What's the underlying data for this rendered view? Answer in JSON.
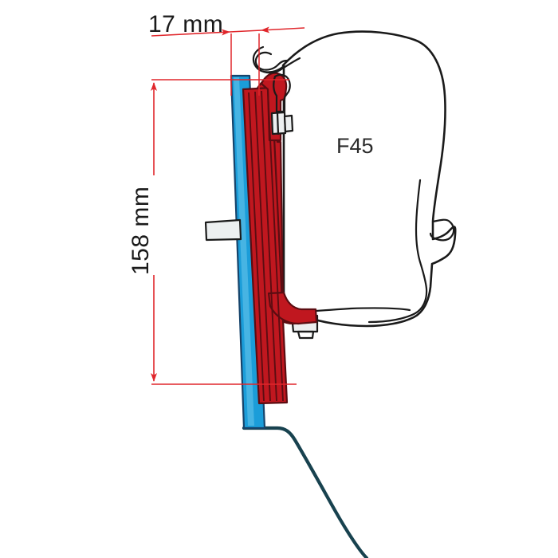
{
  "drawing": {
    "title": "F45 awning adapter mounting cross-section",
    "background_color": "#ffffff"
  },
  "dimensions": {
    "horizontal": {
      "label": "17 mm",
      "name": "offset-dimension",
      "orientation": "horizontal",
      "value": 17,
      "unit": "mm"
    },
    "vertical": {
      "label": "158 mm",
      "name": "height-dimension",
      "orientation": "vertical-rotated",
      "value": 158,
      "unit": "mm"
    },
    "line_color": "#e0262b"
  },
  "labels": {
    "awning_model": "F45"
  },
  "parts": {
    "wall_rail": {
      "name": "vehicle-wall-rail",
      "color": "#1b9dd9",
      "outline_color": "#16446b"
    },
    "adapter_bracket": {
      "name": "adapter-bracket",
      "color": "#c0171f",
      "outline_color": "#5c0d12"
    },
    "awning_case": {
      "name": "awning-case",
      "color": "#ffffff",
      "outline_color": "#1a1a1a"
    },
    "wall_profile": {
      "name": "vehicle-wall-profile",
      "color": "#18424f"
    },
    "fasteners": {
      "name": "bolt-fastener",
      "color": "#eceff0"
    }
  }
}
